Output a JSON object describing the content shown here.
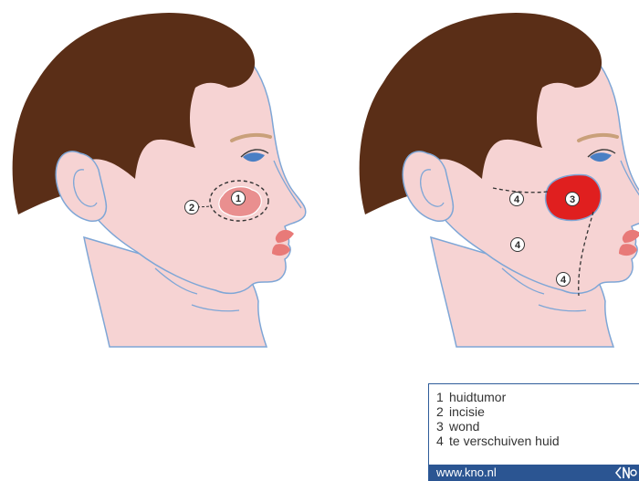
{
  "callouts": {
    "left": {
      "tumor": "1",
      "incision": "2"
    },
    "right": {
      "wound": "3",
      "skin_a": "4",
      "skin_b": "4",
      "skin_c": "4"
    }
  },
  "legend": {
    "items": [
      {
        "number": "1",
        "label": "huidtumor"
      },
      {
        "number": "2",
        "label": "incisie"
      },
      {
        "number": "3",
        "label": "wond"
      },
      {
        "number": "4",
        "label": "te verschuiven huid"
      }
    ],
    "website": "www.kno.nl",
    "logo_icon": "kno-logo-icon"
  },
  "colors": {
    "skin": "#f6d3d3",
    "skin_outline": "#7ea6d6",
    "hair": "#5a2e17",
    "tumor": "#e98f8f",
    "wound": "#e01f1f",
    "lip": "#e87a78",
    "eye": "#4a7fc4",
    "brand_blue": "#2b5592"
  }
}
